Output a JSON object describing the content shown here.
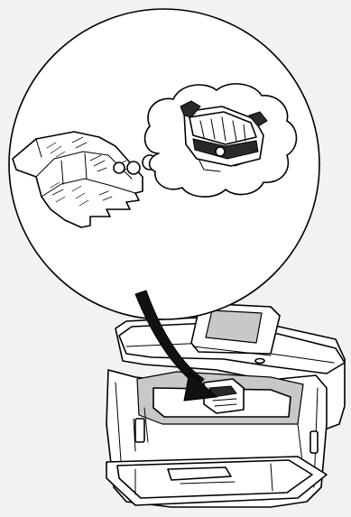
{
  "figure": {
    "background": "#f2f2f2",
    "line_color": "#000000",
    "fill_color": "#ffffff",
    "components": [
      "magnifier-circle",
      "print-head-package",
      "thought-bubble",
      "print-head",
      "curved-arrow",
      "printer",
      "printer-display",
      "paper-output-tray"
    ]
  }
}
